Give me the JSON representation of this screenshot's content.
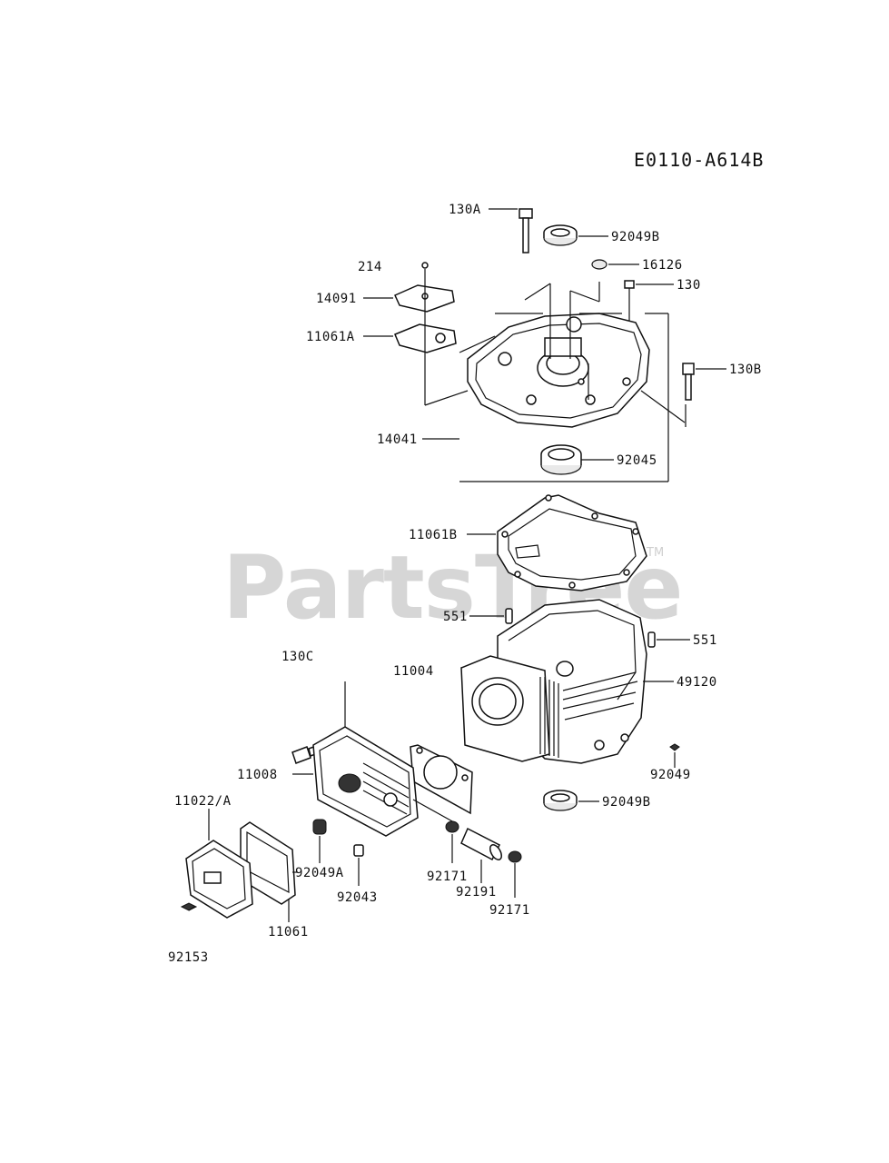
{
  "diagram_code": "E0110-A614B",
  "watermark": {
    "text": "PartsTree",
    "trademark": "TM"
  },
  "part_labels": {
    "p130A": "130A",
    "p92049B_top": "92049B",
    "p214": "214",
    "p16126": "16126",
    "p130": "130",
    "p14091": "14091",
    "p11061A": "11061A",
    "p130B": "130B",
    "p14041": "14041",
    "p92045": "92045",
    "p11061B": "11061B",
    "p551_left": "551",
    "p551_right": "551",
    "p130C": "130C",
    "p11004": "11004",
    "p49120": "49120",
    "p11008": "11008",
    "p92049": "92049",
    "p92049B_bottom": "92049B",
    "p11022A": "11022/A",
    "p92049A": "92049A",
    "p92171_left": "92171",
    "p92043": "92043",
    "p92191": "92191",
    "p92171_right": "92171",
    "p11061": "11061",
    "p92153": "92153"
  }
}
